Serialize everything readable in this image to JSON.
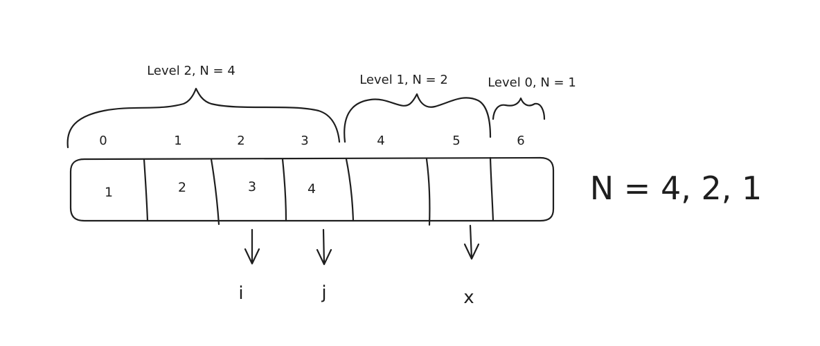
{
  "levels": [
    {
      "label": "Level 2, N = 4"
    },
    {
      "label": "Level 1, N = 2"
    },
    {
      "label": "Level 0, N = 1"
    }
  ],
  "indices": [
    "0",
    "1",
    "2",
    "3",
    "4",
    "5",
    "6"
  ],
  "cells": [
    "1",
    "2",
    "3",
    "4",
    "",
    "",
    ""
  ],
  "pointers": [
    {
      "label": "i"
    },
    {
      "label": "j"
    },
    {
      "label": "x"
    }
  ],
  "summary": "N = 4, 2, 1"
}
